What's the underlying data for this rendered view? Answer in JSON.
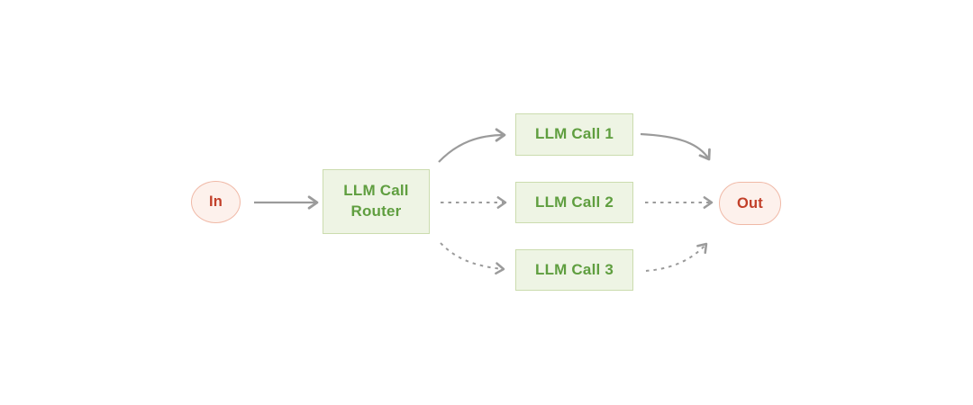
{
  "diagram": {
    "nodes": {
      "input": {
        "label": "In",
        "shape": "circle"
      },
      "router": {
        "label": "LLM Call Router",
        "shape": "rectangle"
      },
      "call1": {
        "label": "LLM Call 1",
        "shape": "rectangle"
      },
      "call2": {
        "label": "LLM Call 2",
        "shape": "rectangle"
      },
      "call3": {
        "label": "LLM Call 3",
        "shape": "rectangle"
      },
      "output": {
        "label": "Out",
        "shape": "pill"
      }
    },
    "edges": [
      {
        "from": "In",
        "to": "LLM Call Router",
        "style": "solid"
      },
      {
        "from": "LLM Call Router",
        "to": "LLM Call 1",
        "style": "solid"
      },
      {
        "from": "LLM Call Router",
        "to": "LLM Call 2",
        "style": "dashed"
      },
      {
        "from": "LLM Call Router",
        "to": "LLM Call 3",
        "style": "dashed"
      },
      {
        "from": "LLM Call 1",
        "to": "Out",
        "style": "solid"
      },
      {
        "from": "LLM Call 2",
        "to": "Out",
        "style": "dashed"
      },
      {
        "from": "LLM Call 3",
        "to": "Out",
        "style": "dashed"
      }
    ],
    "colors": {
      "background": "#ffffff",
      "green_fill": "#eef4e4",
      "green_border": "#cbdcae",
      "green_text": "#5f9e3f",
      "pink_fill": "#fdf1ec",
      "pink_border": "#f0b9a7",
      "red_text": "#c2402a",
      "arrow": "#9b9b9b"
    }
  }
}
